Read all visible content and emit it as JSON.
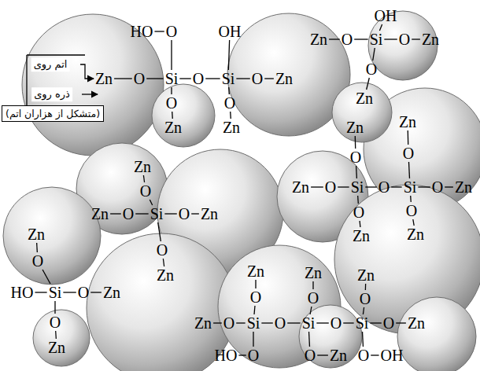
{
  "diagram": {
    "nodes": [
      {
        "text": [
          "(متشکل از هزاران اتم)"
        ]
      }
    ],
    "labels": [
      "اتم روی",
      "ذره روی",
      "HO",
      "O",
      "OH",
      "Zn",
      "O",
      "Si",
      "O",
      "Si",
      "O",
      "Zn",
      "O",
      "Zn",
      "O",
      "Zn",
      "OH",
      "Zn",
      "O",
      "Si",
      "O",
      "Zn",
      "O",
      "Zn",
      "Zn",
      "O",
      "Zn",
      "O",
      "Zn",
      "O",
      "Si",
      "O",
      "Si",
      "O",
      "Zn",
      "O",
      "Zn",
      "O",
      "Zn",
      "Zn",
      "O",
      "Zn",
      "O",
      "Si",
      "O",
      "Zn",
      "O",
      "Zn",
      "Zn",
      "O",
      "HO",
      "Si",
      "O",
      "Zn",
      "O",
      "Zn",
      "Zn",
      "O",
      "Zn",
      "O",
      "Zn",
      "O",
      "Zn",
      "O",
      "Si",
      "O",
      "Si",
      "O",
      "Si",
      "O",
      "Zn",
      "HO",
      "O",
      "O",
      "Zn",
      "O",
      "OH"
    ]
  }
}
